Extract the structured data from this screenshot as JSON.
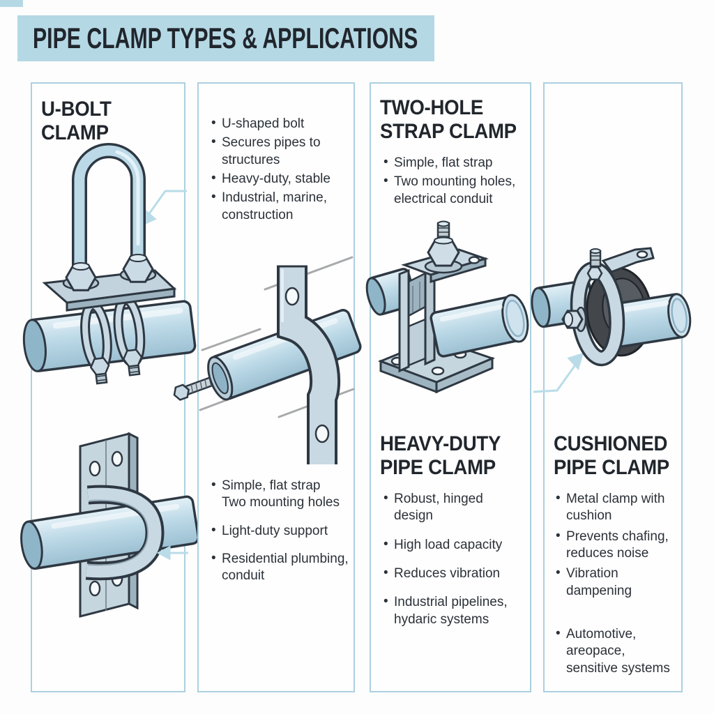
{
  "title": "PIPE CLAMP TYPES & APPLICATIONS",
  "panels": [
    {
      "id": "u-bolt-clamp",
      "heading": "U-BOLT CLAMP",
      "illustrations": [
        "U-bolt clamp secured over a pipe with plate and hex nuts",
        "Two-hole strap clamp holding a pipe on a mounting plate"
      ]
    },
    {
      "id": "u-bolt-details",
      "bullets_top": [
        "U-shaped bolt",
        "Secures pipes to\nstructures",
        "Heavy-duty, stable",
        "Industrial, marine,\nconstruction"
      ],
      "illustration": "Flat strap clamp over a pipe with anchor bolt",
      "bullets_bottom": [
        "Simple, flat strap\nTwo mounting holes",
        "Light-duty support",
        "Residential plumbing,\nconduit"
      ]
    },
    {
      "id": "two-hole-strap-clamp",
      "heading_top": "TWO-HOLE\nSTRAP CLAMP",
      "bullets_top": [
        "Simple, flat strap",
        "Two mounting holes,\nelectrical conduit"
      ],
      "illustration": "Heavy-duty hinged pipe clamp on a bolted base plate",
      "heading_bottom": "HEAVY-DUTY\nPIPE CLAMP",
      "bullets_bottom": [
        "Robust, hinged\ndesign",
        "High load capacity",
        "Reduces vibration",
        "Industrial pipelines,\nhydaric systems"
      ]
    },
    {
      "id": "cushioned-pipe-clamp",
      "illustration": "Cushioned pipe clamp with rubber insert around the pipe",
      "heading": "CUSHIONED\nPIPE CLAMP",
      "bullets": [
        "Metal clamp with cushion",
        "Prevents chafing,\nreduces noise",
        "Vibration dampening",
        "Automotive, areopace,\nsensitive systems"
      ]
    }
  ],
  "colors": {
    "title_bg": "#b5d8e5",
    "panel_border": "#abd0e0",
    "heading_text": "#20262c",
    "body_text": "#2b3138",
    "outline": "#2e3842",
    "pipe_light": "#e4f1f7",
    "pipe_mid": "#bcd9e7",
    "pipe_dark": "#9cc0d2",
    "pipe_cap": "#8fb5c8",
    "metal_light": "#c9d9e3",
    "metal_shade": "#9db3c0",
    "cushion_dark": "#43464b",
    "cushion_inner": "#575b62",
    "annotation_arrow": "#b9dce8",
    "guide_line": "#a7a9ab"
  }
}
